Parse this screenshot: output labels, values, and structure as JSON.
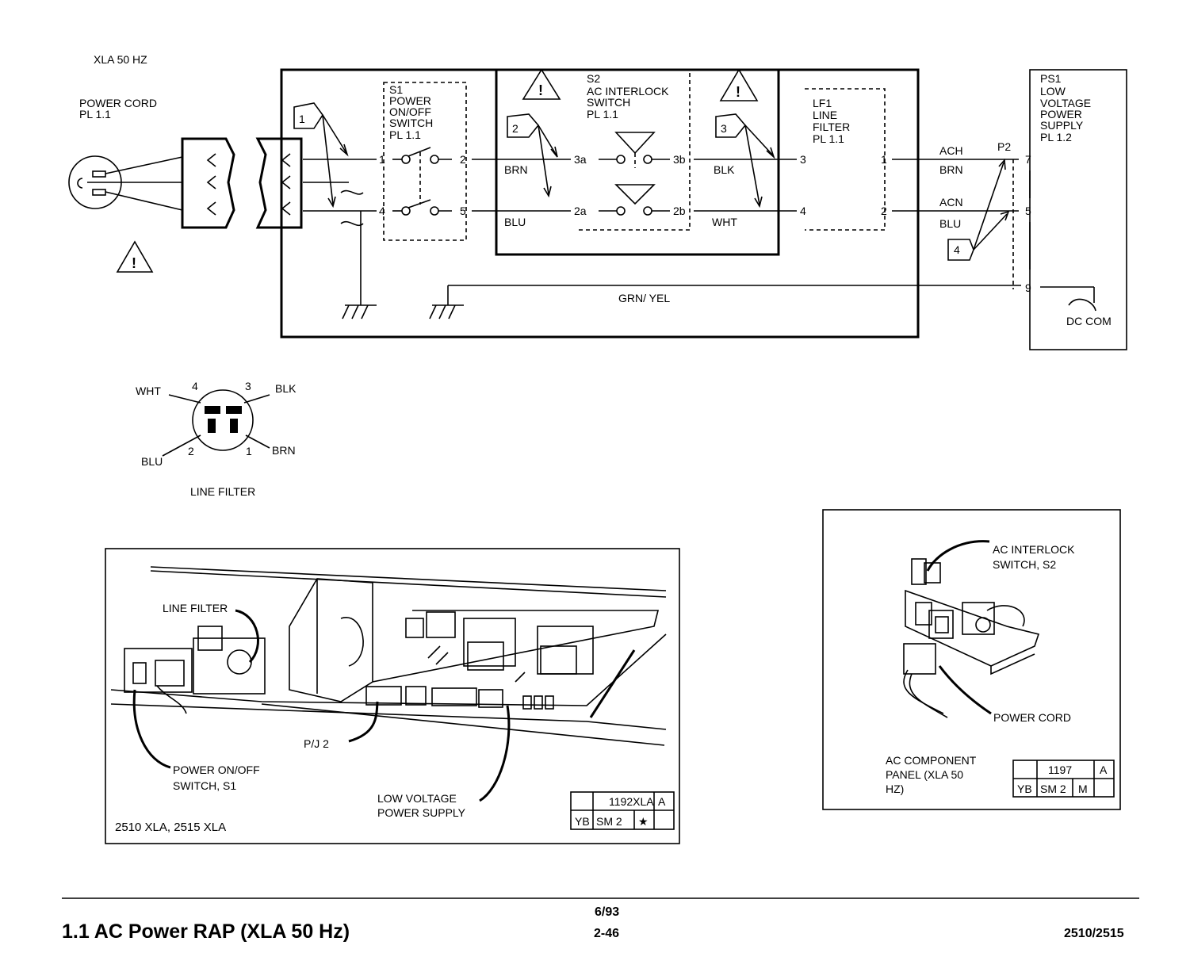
{
  "header": {
    "top_label": "XLA 50 HZ"
  },
  "power_cord": {
    "label1": "POWER CORD",
    "label2": "PL 1.1"
  },
  "s1": {
    "l1": "S1",
    "l2": "POWER",
    "l3": "ON/OFF",
    "l4": "SWITCH",
    "l5": "PL 1.1",
    "pin1": "1",
    "pin2": "2",
    "pin4": "4",
    "pin5": "5"
  },
  "s2": {
    "l1": "S2",
    "l2": "AC INTERLOCK",
    "l3": "SWITCH",
    "l4": "PL 1.1",
    "pin3a": "3a",
    "pin3b": "3b",
    "pin2a": "2a",
    "pin2b": "2b"
  },
  "lf1": {
    "l1": "LF1",
    "l2": "LINE",
    "l3": "FILTER",
    "l4": "PL 1.1",
    "pin3": "3",
    "pin1": "1",
    "pin4": "4",
    "pin2": "2"
  },
  "ps1": {
    "l1": "PS1",
    "l2": "LOW",
    "l3": "VOLTAGE",
    "l4": "POWER",
    "l5": "SUPPLY",
    "l6": "PL 1.2",
    "pin7": "7",
    "pin5": "5",
    "pin9": "9",
    "dc_com": "DC COM",
    "p2": "P2"
  },
  "wires": {
    "brn": "BRN",
    "blu": "BLU",
    "blk": "BLK",
    "wht": "WHT",
    "ach": "ACH",
    "acn": "ACN",
    "brn2": "BRN",
    "blu2": "BLU",
    "gnd": "GRN/ YEL"
  },
  "callouts": {
    "c1": "1",
    "c2": "2",
    "c3": "3",
    "c4": "4",
    "warn": "!"
  },
  "line_filter_pinout": {
    "title": "LINE FILTER",
    "wht": "WHT",
    "blk": "BLK",
    "blu": "BLU",
    "brn": "BRN",
    "p4": "4",
    "p3": "3",
    "p2": "2",
    "p1": "1"
  },
  "illustration_left": {
    "line_filter": "LINE FILTER",
    "pj2": "P/J 2",
    "power_switch1": "POWER ON/OFF",
    "power_switch2": "SWITCH, S1",
    "lvps1": "LOW VOLTAGE",
    "lvps2": "POWER SUPPLY",
    "caption": "2510 XLA, 2515 XLA",
    "ref_num": "1192XLA",
    "ref_a": "A",
    "ref_yb": "YB",
    "ref_sm": "SM 2",
    "ref_star": "★"
  },
  "illustration_right": {
    "interlock1": "AC INTERLOCK",
    "interlock2": "SWITCH, S2",
    "power_cord": "POWER CORD",
    "panel1": "AC COMPONENT",
    "panel2": "PANEL (XLA 50",
    "panel3": "HZ)",
    "ref_num": "1197",
    "ref_a": "A",
    "ref_yb": "YB",
    "ref_sm": "SM 2",
    "ref_m": "M"
  },
  "footer": {
    "title": "1.1 AC Power RAP (XLA 50 Hz)",
    "date": "6/93",
    "page": "2-46",
    "model": "2510/2515"
  }
}
